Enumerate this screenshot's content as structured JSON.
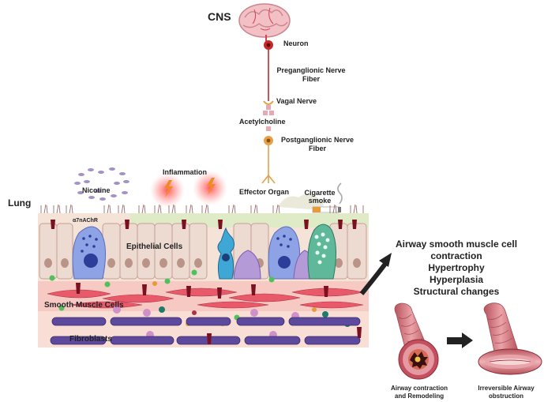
{
  "cns": {
    "title": "CNS",
    "neuron": "Neuron",
    "preganglionic_1": "Preganglionic Nerve",
    "preganglionic_2": "Fiber",
    "vagal": "Vagal Nerve",
    "acetylcholine": "Acetylcholine",
    "postganglionic_1": "Postganglionic Nerve",
    "postganglionic_2": "Fiber",
    "effector": "Effector Organ"
  },
  "lung": {
    "title": "Lung",
    "nicotine": "Nicotine",
    "inflammation": "Inflammation",
    "cigarette_1": "Cigarette",
    "cigarette_2": "smoke",
    "receptor": "α7nAChR",
    "epithelial": "Epithelial Cells",
    "smooth_muscle": "Smooth Muscle Cells",
    "fibroblasts": "Fibroblasts"
  },
  "outcomes": {
    "line1": "Airway smooth muscle cell",
    "line2": "contraction",
    "line3": "Hypertrophy",
    "line4": "Hyperplasia",
    "line5": "Structural changes"
  },
  "airways": {
    "left_1": "Airway contraction",
    "left_2": "and Remodeling",
    "right_1": "Irreversible Airway",
    "right_2": "obstruction"
  },
  "colors": {
    "neuron_red": "#c62828",
    "nerve_orange": "#e6a04a",
    "smooth_muscle_red": "#e8596a",
    "fibroblast_purple": "#5e4a9c",
    "receptor_maroon": "#7a1020",
    "airway_pink": "#d9828a"
  }
}
